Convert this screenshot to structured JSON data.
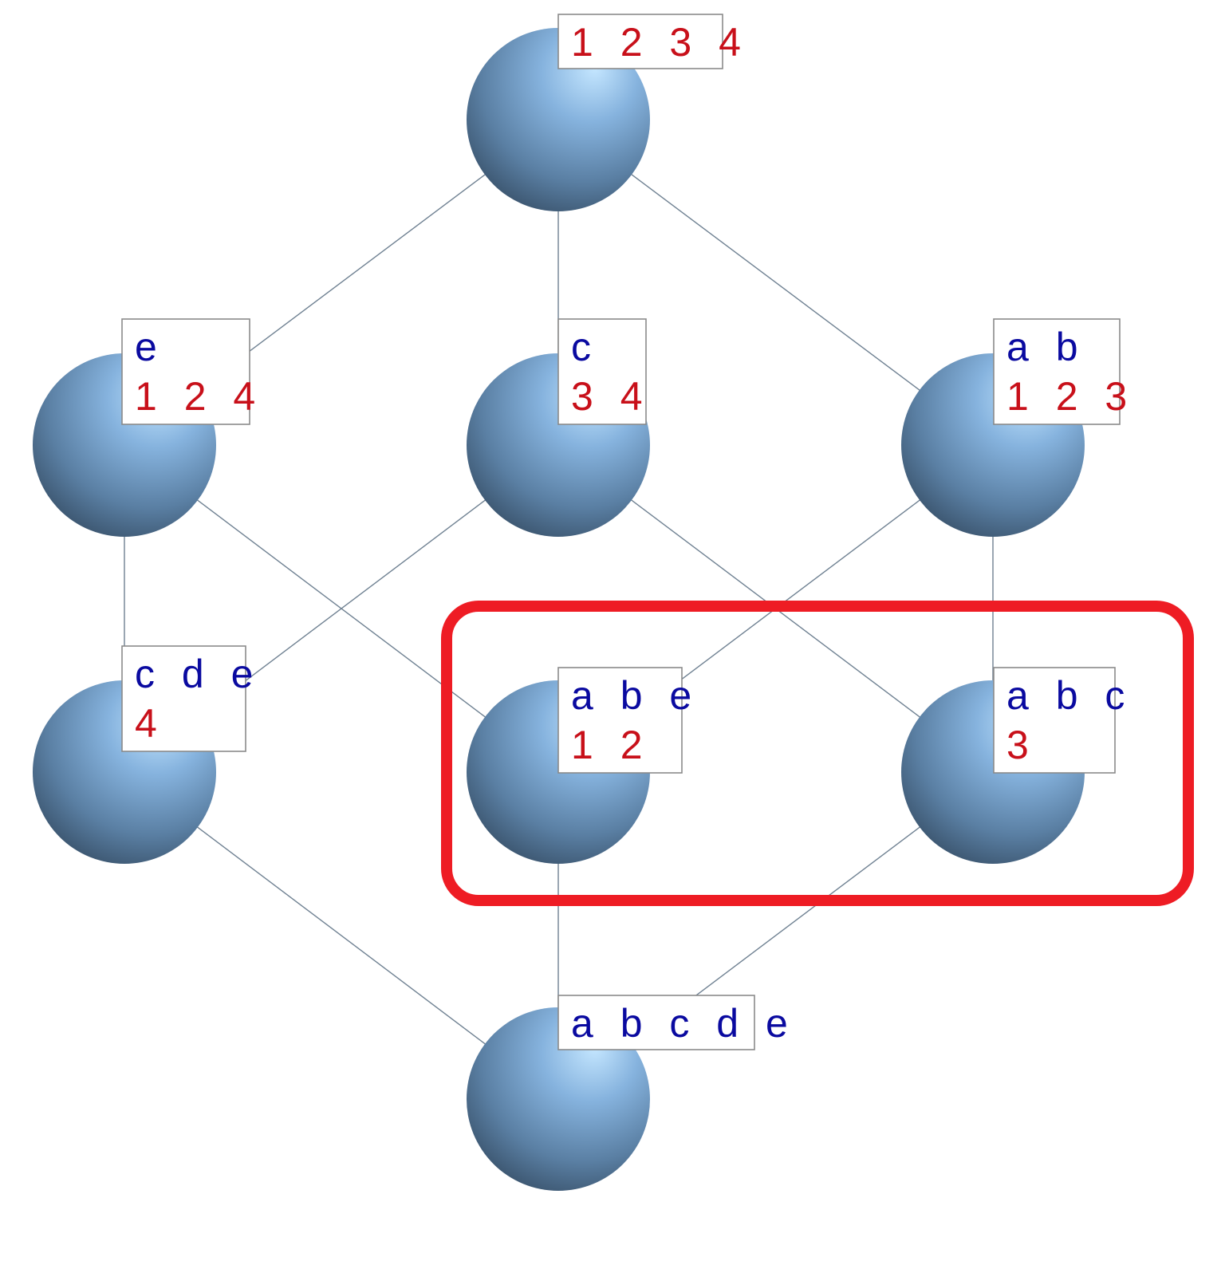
{
  "diagram": {
    "kind": "concept-lattice",
    "colors": {
      "node": "#7fa7d3",
      "edge": "#6f8192",
      "attribute_text": "#0a0aa0",
      "object_text": "#c8101a",
      "highlight": "#ee1c24"
    },
    "nodes": [
      {
        "id": "top",
        "attrs": "",
        "objs": "1 2 3 4"
      },
      {
        "id": "e",
        "attrs": "e",
        "objs": "1 2 4"
      },
      {
        "id": "c",
        "attrs": "c",
        "objs": "3 4"
      },
      {
        "id": "ab",
        "attrs": "a b",
        "objs": "1 2 3"
      },
      {
        "id": "cde",
        "attrs": "c d e",
        "objs": "4"
      },
      {
        "id": "abe",
        "attrs": "a b e",
        "objs": "1 2"
      },
      {
        "id": "abc",
        "attrs": "a b c",
        "objs": "3"
      },
      {
        "id": "abcde",
        "attrs": "a b c d e",
        "objs": ""
      }
    ],
    "edges": [
      [
        "top",
        "e"
      ],
      [
        "top",
        "c"
      ],
      [
        "top",
        "ab"
      ],
      [
        "e",
        "cde"
      ],
      [
        "e",
        "abe"
      ],
      [
        "c",
        "cde"
      ],
      [
        "c",
        "abc"
      ],
      [
        "ab",
        "abe"
      ],
      [
        "ab",
        "abc"
      ],
      [
        "cde",
        "abcde"
      ],
      [
        "abe",
        "abcde"
      ],
      [
        "abc",
        "abcde"
      ]
    ],
    "highlighted": [
      "abe",
      "abc"
    ]
  }
}
